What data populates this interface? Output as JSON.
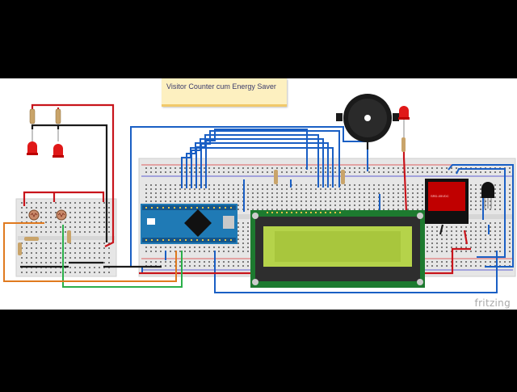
{
  "canvas": {
    "background": "#ffffff",
    "letterbox": "#000000"
  },
  "note": {
    "title": "Visitor Counter cum Energy Saver"
  },
  "watermark": {
    "text": "fritzing"
  },
  "colors": {
    "wire_red": "#c8141b",
    "wire_black": "#1a1a1a",
    "wire_blue": "#1a5fc4",
    "wire_green": "#2bb04a",
    "wire_orange": "#e07a1f",
    "breadboard": "#e6e6e6",
    "arduino": "#1f7ab5",
    "lcd_screen": "#b5d34a",
    "lcd_board": "#1d7a2f",
    "relay": "#c00000",
    "led": "#e01818"
  },
  "components": {
    "leds": [
      "led-1",
      "led-2",
      "led-3"
    ],
    "ldrs": [
      "ldr-1",
      "ldr-2"
    ],
    "main": [
      "arduino-nano",
      "lcd-16x2",
      "relay",
      "buzzer",
      "transistor",
      "breadboard-main",
      "breadboard-small"
    ]
  }
}
